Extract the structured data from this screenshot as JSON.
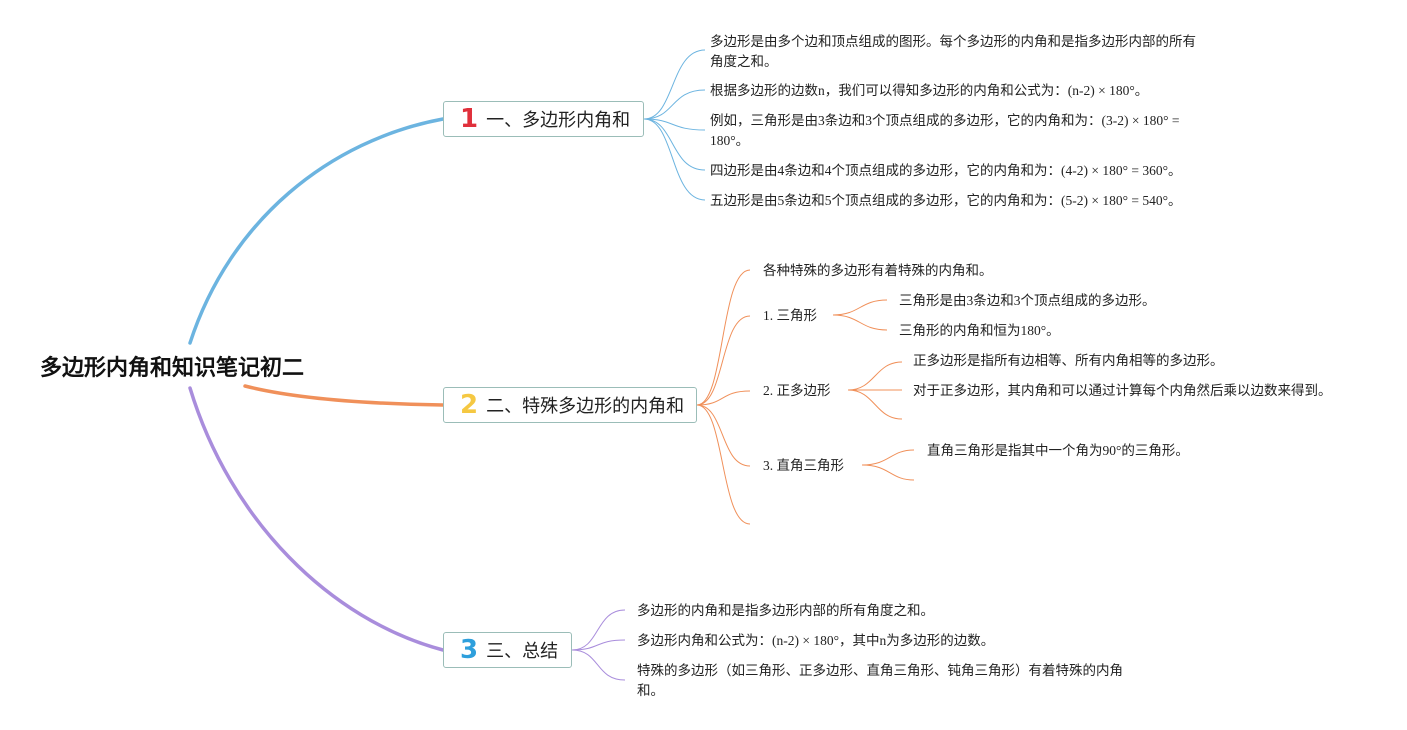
{
  "title": "多边形内角和知识笔记初二",
  "colors": {
    "branch1_line": "#6cb4e0",
    "branch2_line": "#f0905a",
    "branch3_line": "#a98ddc",
    "num1": "#e0303b",
    "num2": "#f5c842",
    "num3": "#2e9fdc",
    "node_border": "#9bbdb8"
  },
  "branches": [
    {
      "num": "1",
      "label": "一、多边形内角和",
      "items": [
        "多边形是由多个边和顶点组成的图形。每个多边形的内角和是指多边形内部的所有角度之和。",
        "根据多边形的边数n，我们可以得知多边形的内角和公式为：(n-2) × 180°。",
        "例如，三角形是由3条边和3个顶点组成的多边形，它的内角和为：(3-2) × 180° = 180°。",
        "四边形是由4条边和4个顶点组成的多边形，它的内角和为：(4-2) × 180° = 360°。",
        "五边形是由5条边和5个顶点组成的多边形，它的内角和为：(5-2) × 180° = 540°。"
      ]
    },
    {
      "num": "2",
      "label": "二、特殊多边形的内角和",
      "intro": "各种特殊的多边形有着特殊的内角和。",
      "subs": [
        {
          "label": "1. 三角形",
          "items": [
            "三角形是由3条边和3个顶点组成的多边形。",
            "三角形的内角和恒为180°。"
          ]
        },
        {
          "label": "2. 正多边形",
          "items": [
            "正多边形是指所有边相等、所有内角相等的多边形。",
            "对于正多边形，其内角和可以通过计算每个内角然后乘以边数来得到。"
          ]
        },
        {
          "label": "3. 直角三角形",
          "items": [
            "直角三角形是指其中一个角为90°的三角形。"
          ]
        }
      ]
    },
    {
      "num": "3",
      "label": "三、总结",
      "items": [
        "多边形的内角和是指多边形内部的所有角度之和。",
        "多边形内角和公式为：(n-2) × 180°，其中n为多边形的边数。",
        "特殊的多边形（如三角形、正多边形、直角三角形、钝角三角形）有着特殊的内角和。"
      ]
    }
  ]
}
